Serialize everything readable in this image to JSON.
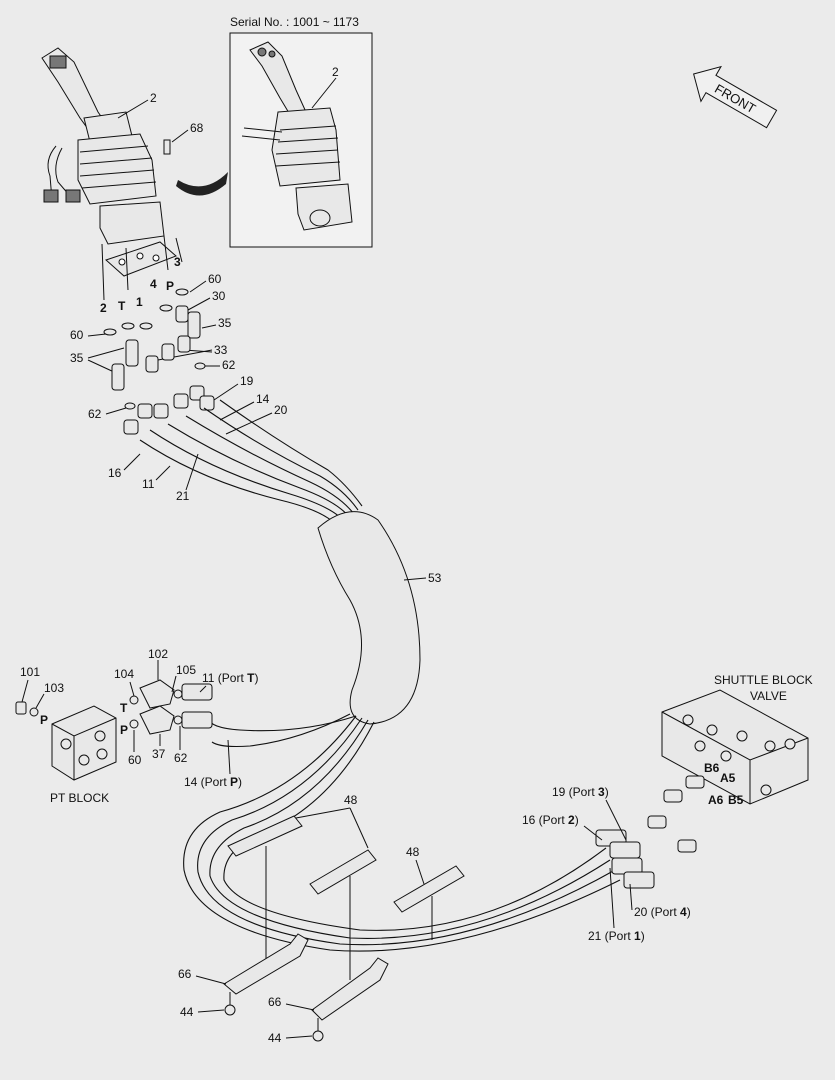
{
  "inset": {
    "serial": "Serial No. : 1001 ~ 1173",
    "callout": "2"
  },
  "front_label": "FRONT",
  "labels": {
    "l2_main": "2",
    "l68": "68",
    "l3": "3",
    "l60a": "60",
    "l4": "4",
    "lP": "P",
    "l30": "30",
    "l2b": "2",
    "lT": "T",
    "l1": "1",
    "l35a": "35",
    "l60b": "60",
    "l35b": "35",
    "l33": "33",
    "l62a": "62",
    "l19": "19",
    "l14": "14",
    "l20": "20",
    "l62b": "62",
    "l16": "16",
    "l11": "11",
    "l21": "21",
    "l53": "53",
    "l101": "101",
    "l103": "103",
    "l102": "102",
    "l104": "104",
    "l105": "105",
    "lPpt": "P",
    "lTpt": "T",
    "lPpt2": "P",
    "l60c": "60",
    "l37": "37",
    "l62c": "62",
    "pt_block": "PT BLOCK",
    "l48a": "48",
    "l48b": "48",
    "l66a": "66",
    "l66b": "66",
    "l44a": "44",
    "l44b": "44"
  },
  "port_labels": {
    "p11": {
      "pre": "11 (Port ",
      "bold": "T",
      "post": ")"
    },
    "p14": {
      "pre": "14 (Port ",
      "bold": "P",
      "post": ")"
    },
    "p19": {
      "pre": "19 (Port ",
      "bold": "3",
      "post": ")"
    },
    "p16": {
      "pre": "16 (Port ",
      "bold": "2",
      "post": ")"
    },
    "p20": {
      "pre": "20 (Port ",
      "bold": "4",
      "post": ")"
    },
    "p21": {
      "pre": "21 (Port ",
      "bold": "1",
      "post": ")"
    }
  },
  "shuttle": {
    "line1": "SHUTTLE BLOCK",
    "line2": "VALVE"
  },
  "shuttle_ports": {
    "b6": "B6",
    "a5": "A5",
    "a6": "A6",
    "b5": "B5"
  }
}
